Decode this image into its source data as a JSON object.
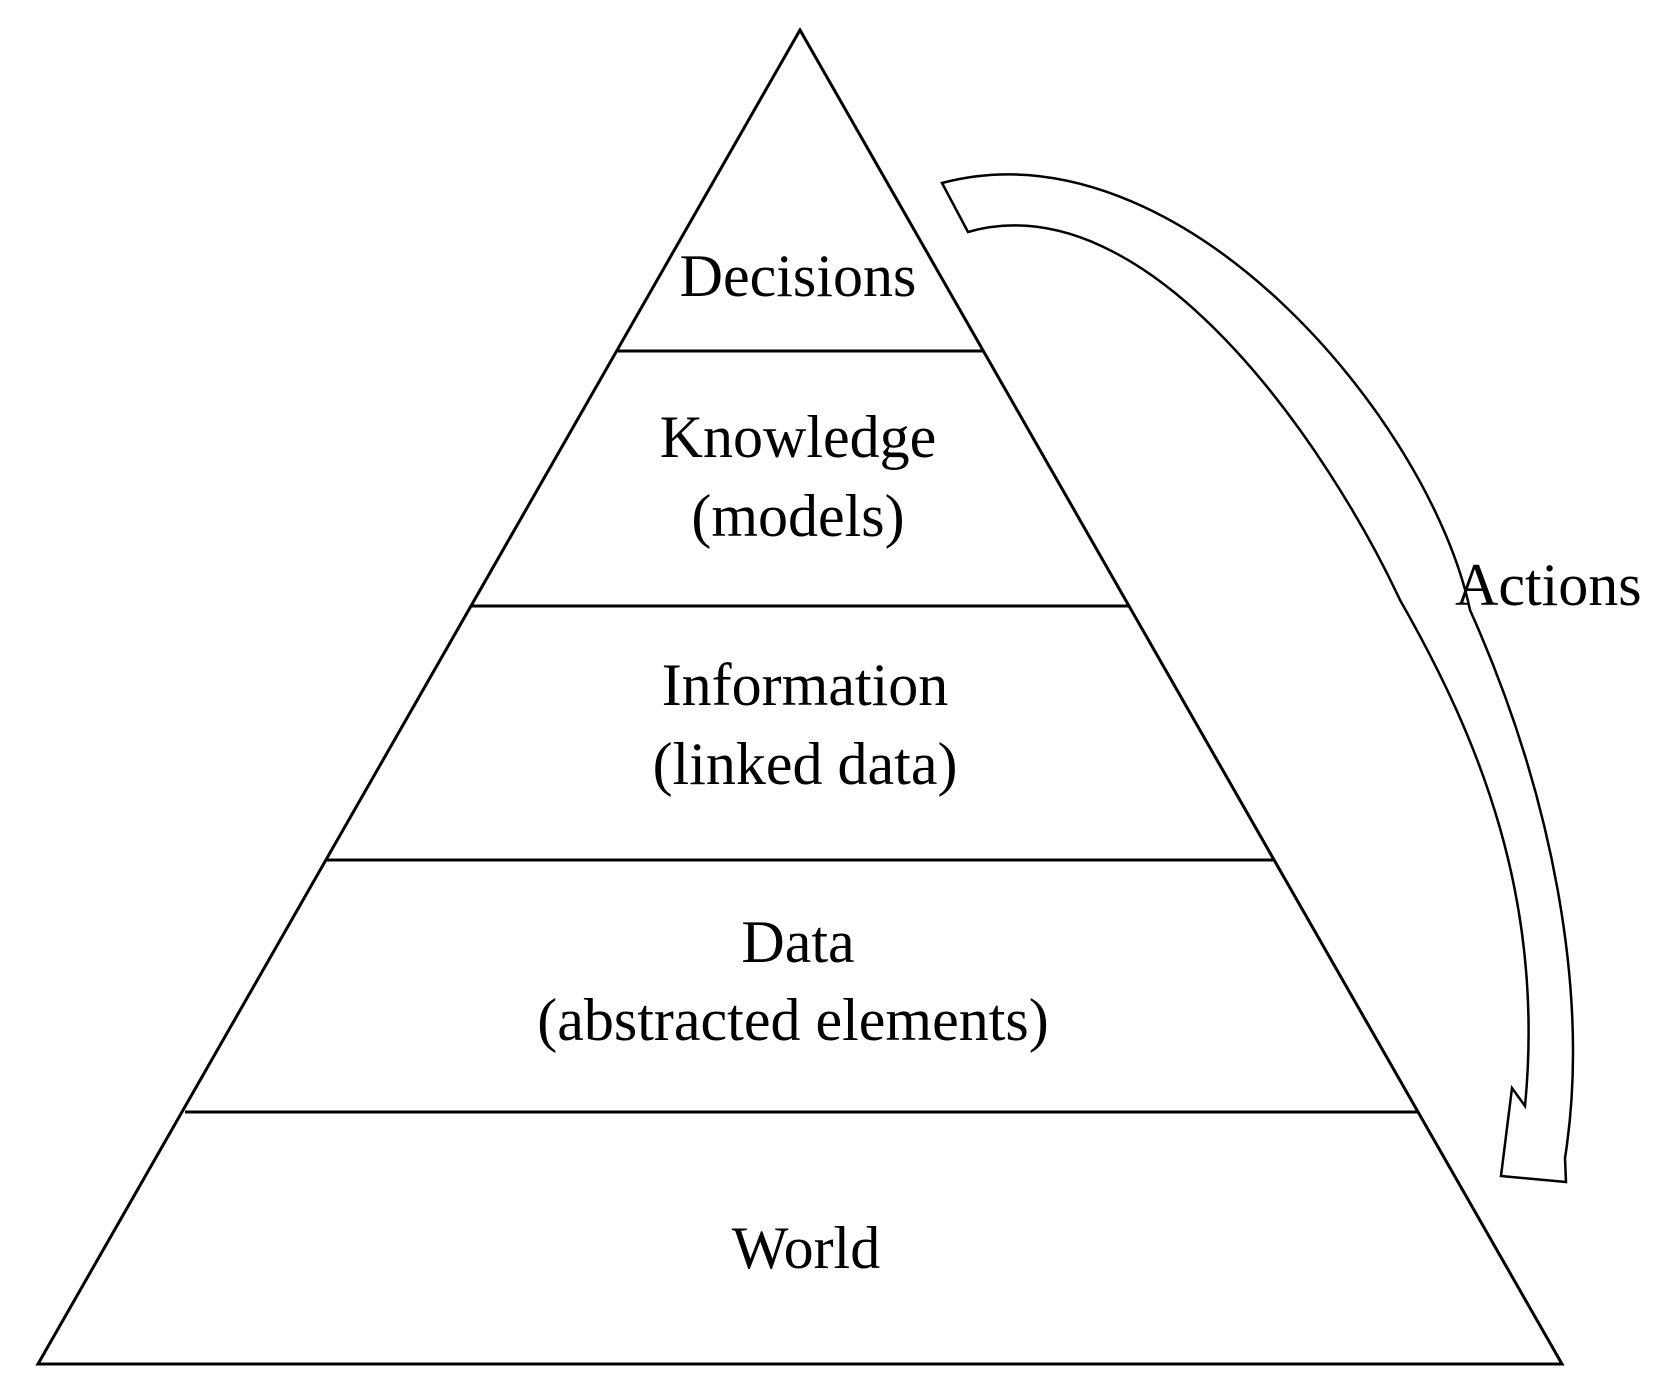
{
  "levels": [
    {
      "title": "Decisions"
    },
    {
      "title": "Knowledge",
      "subtitle": "(models)"
    },
    {
      "title": "Information",
      "subtitle": "(linked data)"
    },
    {
      "title": "Data",
      "subtitle": "(abstracted elements)"
    },
    {
      "title": "World"
    }
  ],
  "arrow": {
    "label": "Actions"
  },
  "colors": {
    "stroke": "#000000",
    "background": "#ffffff"
  }
}
